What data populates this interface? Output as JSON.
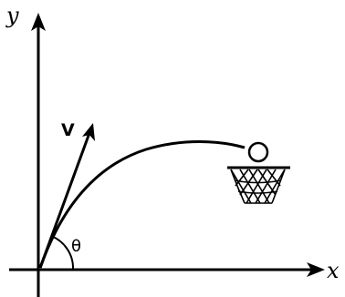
{
  "axes": {
    "y_label": "y",
    "x_label": "x"
  },
  "velocity": {
    "label": "V"
  },
  "angle": {
    "label": "θ"
  },
  "colors": {
    "stroke": "#000000",
    "background": "#ffffff"
  }
}
